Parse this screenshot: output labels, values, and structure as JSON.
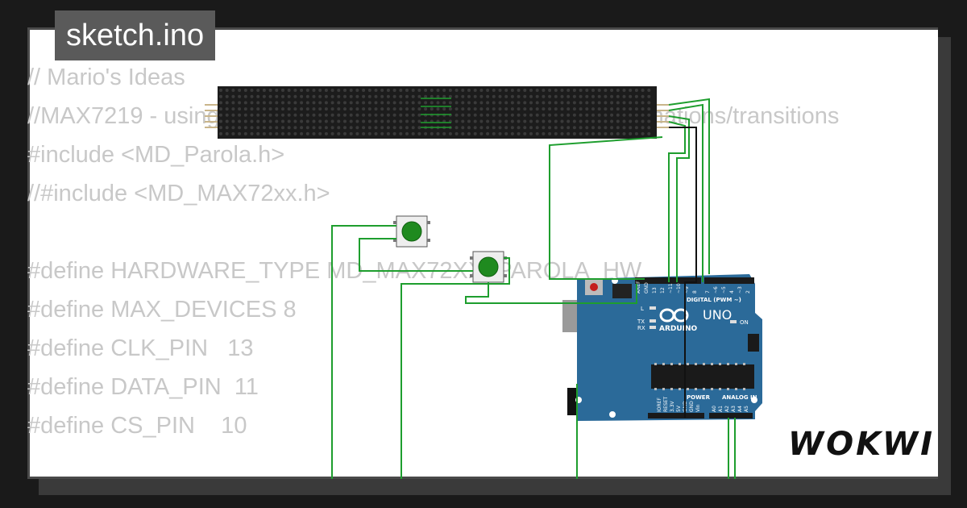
{
  "tab": {
    "title": "sketch.ino"
  },
  "code_lines": [
    "// Mario's Ideas",
    "//MAX7219 - using Parola Library to create complex text animations/transitions",
    "#include <MD_Parola.h>",
    "//#include <MD_MAX72xx.h>",
    "",
    "#define HARDWARE_TYPE MD_MAX72XX::PAROLA_HW",
    "#define MAX_DEVICES 8",
    "#define CLK_PIN   13",
    "#define DATA_PIN  11",
    "#define CS_PIN    10"
  ],
  "board": {
    "brand": "ARDUINO",
    "model": "UNO",
    "digital_header_label": "DIGITAL (PWM ~)",
    "power_label": "POWER",
    "analog_label": "ANALOG IN",
    "on_label": "ON",
    "led_labels": [
      "L",
      "TX",
      "RX"
    ]
  },
  "logo": {
    "text": "WOKWI"
  },
  "colors": {
    "wire_green": "#1e9e2e",
    "wire_black": "#111111",
    "board_blue": "#2b6a99",
    "button_green": "#1f8a1f"
  }
}
